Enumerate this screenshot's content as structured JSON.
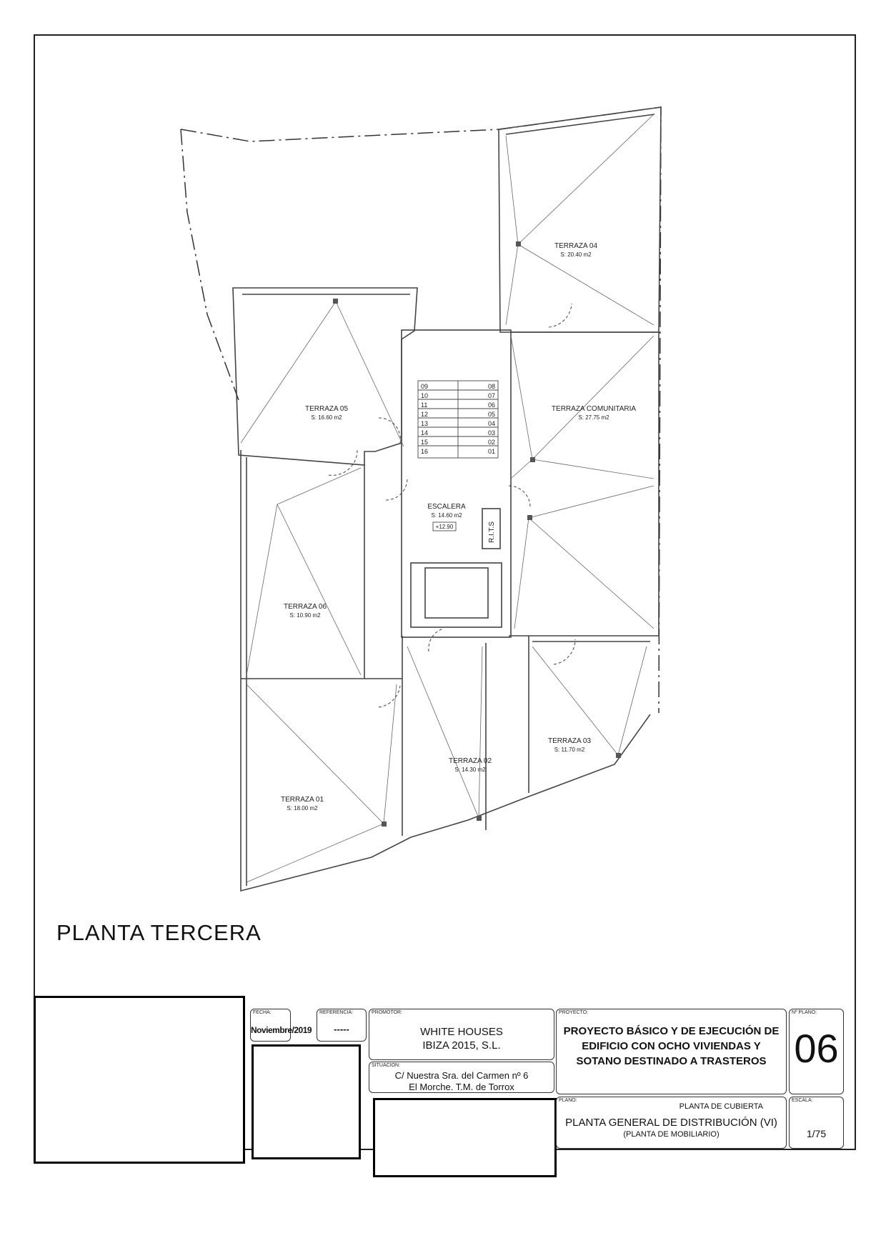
{
  "sheet": {
    "plan_title": "PLANTA TERCERA"
  },
  "rooms": [
    {
      "id": "terraza-04",
      "name": "TERRAZA 04",
      "area": "S: 20.40  m2"
    },
    {
      "id": "terraza-05",
      "name": "TERRAZA 05",
      "area": "S: 16.60  m2"
    },
    {
      "id": "terraza-comunitaria",
      "name": "TERRAZA COMUNITARIA",
      "area": "S: 27.75  m2"
    },
    {
      "id": "escalera",
      "name": "ESCALERA",
      "area": "S: 14.60 m2",
      "level": "+12.90"
    },
    {
      "id": "terraza-06",
      "name": "TERRAZA 06",
      "area": "S: 10.90  m2"
    },
    {
      "id": "terraza-03",
      "name": "TERRAZA 03",
      "area": "S: 11.70  m2"
    },
    {
      "id": "terraza-02",
      "name": "TERRAZA 02",
      "area": "S: 14.30  m2"
    },
    {
      "id": "terraza-01",
      "name": "TERRAZA 01",
      "area": "S: 18.00  m2"
    }
  ],
  "rits_label": "R.I.T.S",
  "stair_steps_left": [
    "09",
    "10",
    "11",
    "12",
    "13",
    "14",
    "15",
    "16"
  ],
  "stair_steps_right": [
    "08",
    "07",
    "06",
    "05",
    "04",
    "03",
    "02",
    "01"
  ],
  "title_block": {
    "fecha": {
      "label": "FECHA:",
      "value": "Noviembre/2019"
    },
    "referencia": {
      "label": "REFERENCIA:",
      "value": "-----"
    },
    "promotor": {
      "label": "PROMOTOR:",
      "line1": "WHITE HOUSES",
      "line2": "IBIZA 2015, S.L."
    },
    "situacion": {
      "label": "SITUACION:",
      "line1": "C/  Nuestra Sra. del Carmen nº 6",
      "line2": "El Morche. T.M. de Torrox"
    },
    "proyecto": {
      "label": "PROYECTO:",
      "line1": "PROYECTO BÁSICO Y DE EJECUCIÓN DE",
      "line2": "EDIFICIO CON OCHO VIVIENDAS Y",
      "line3": "SOTANO DESTINADO A TRASTEROS"
    },
    "plano_num": {
      "label": "Nº PLANO:",
      "value": "06"
    },
    "plano": {
      "label": "PLANO:",
      "sub": "PLANTA DE CUBIERTA",
      "line1": "PLANTA GENERAL DE DISTRIBUCIÓN (VI)",
      "line2": "(PLANTA DE MOBILIARIO)"
    },
    "escala": {
      "label": "ESCALA:",
      "value": "1/75"
    }
  }
}
